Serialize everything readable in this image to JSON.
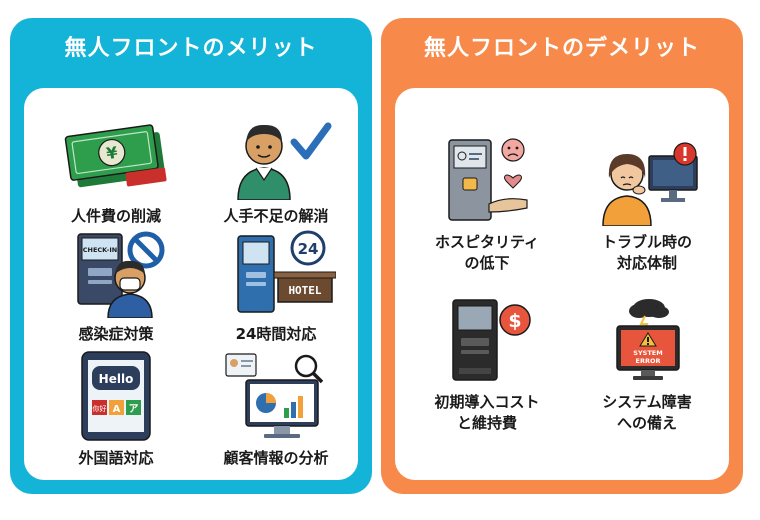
{
  "merits": {
    "title": "無人フロントのメリット",
    "items": [
      {
        "label": "人件費の削減",
        "icon": "money-icon"
      },
      {
        "label": "人手不足の解消",
        "icon": "worker-check-icon"
      },
      {
        "label": "感染症対策",
        "icon": "checkin-mask-icon"
      },
      {
        "label": "24時間対応",
        "icon": "kiosk-24h-icon"
      },
      {
        "label": "外国語対応",
        "icon": "tablet-translate-icon"
      },
      {
        "label": "顧客情報の分析",
        "icon": "analytics-icon"
      }
    ]
  },
  "demerits": {
    "title": "無人フロントのデメリット",
    "items": [
      {
        "label1": "ホスピタリティ",
        "label2": "の低下",
        "icon": "hospitality-kiosk-icon"
      },
      {
        "label1": "トラブル時の",
        "label2": "対応体制",
        "icon": "troubled-woman-icon"
      },
      {
        "label1": "初期導入コスト",
        "label2": "と維持費",
        "icon": "kiosk-cost-icon"
      },
      {
        "label1": "システム障害",
        "label2": "への備え",
        "icon": "system-error-icon"
      }
    ]
  },
  "icon_text": {
    "yen": "¥",
    "checkin": "CHECK-IN",
    "hours": "24",
    "hotel": "HOTEL",
    "hello": "Hello",
    "foreign": "你好",
    "latin_a": "A",
    "kana": "ア",
    "dollar": "$",
    "error1": "SYSTEM",
    "error2": "ERROR"
  },
  "colors": {
    "merit_panel": "#14b3d8",
    "demerit_panel": "#f78a4a"
  }
}
